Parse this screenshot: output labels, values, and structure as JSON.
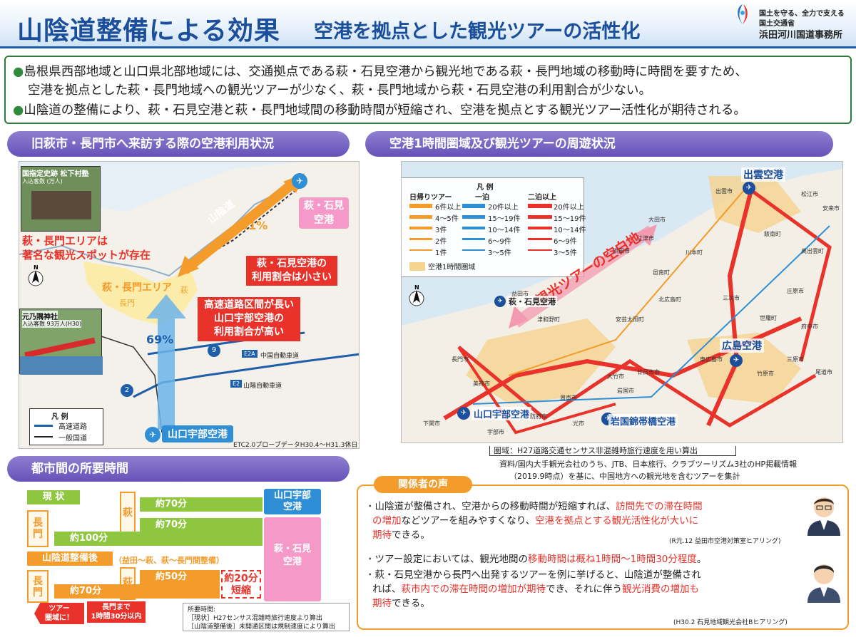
{
  "header": {
    "title": "山陰道整備による効果",
    "subtitle": "空港を拠点とした観光ツアーの活性化",
    "org_line1": "国土を守る、全力で支える",
    "org_line2": "国土交通省",
    "org_name": "浜田河川国道事務所"
  },
  "summary": {
    "line1": "島根県西部地域と山口県北部地域には、交通拠点である萩・石見空港から観光地である萩・長門地域の移動時に時間を要すため、",
    "line2": "空港を拠点とした萩・長門地域への観光ツアーが少なく、萩・長門地域から萩・石見空港の利用割合が少ない。",
    "line3": "山陰道の整備により、萩・石見空港と萩・長門地域間の移動時間が短縮され、空港を拠点とする観光ツアー活性化が期待される。"
  },
  "left_map": {
    "heading": "旧萩市・長門市へ来訪する際の空港利用状況",
    "photo1_label": "国指定史跡 松下村塾",
    "photo1_sub": "入込客数 (万人)",
    "photo2_label": "元乃隅神社",
    "photo2_sub": "入込客数 93万人(H30)",
    "area_callout_1": "萩・長門エリアは",
    "area_callout_2": "著名な観光スポットが存在",
    "area_label": "萩・長門エリア",
    "hagi": "萩",
    "nagato": "長門",
    "road_label": "山陰道",
    "pct_31": "31%",
    "pct_69": "69%",
    "iwami_airport_1": "萩・石見",
    "iwami_airport_2": "空港",
    "callout_iwami_1": "萩・石見空港の",
    "callout_iwami_2": "利用割合は小さい",
    "callout_ube_1": "高速道路区間が長い",
    "callout_ube_2": "山口宇部空港の",
    "callout_ube_3": "利用割合が高い",
    "ube_airport": "山口宇部空港",
    "route9": "9",
    "route2": "2",
    "e2a": "E2A",
    "e2a_name": "中国自動車道",
    "e2": "E2",
    "e2_name": "山陽自動車道",
    "legend_title": "凡 例",
    "legend_expressway": "高速道路",
    "legend_road": "一般国道",
    "source": "ETC2.0プローブデータH30.4～H31.3休日"
  },
  "right_map": {
    "heading": "空港1時間圏域及び観光ツアーの周遊状況",
    "legend_title": "凡 例",
    "col_day": "日帰りツアー",
    "col_one": "一泊",
    "col_two": "二泊以上",
    "day_items": [
      "6件以上",
      "4～5件",
      "3件",
      "2件",
      "1件"
    ],
    "one_items": [
      "20件以上",
      "15～19件",
      "10～14件",
      "6～9件",
      "3～5件"
    ],
    "two_items": [
      "20件以上",
      "15～19件",
      "10～14件",
      "6～9件",
      "3～5件"
    ],
    "zone_label": "空港1時間圏域",
    "blank_label": "観光ツアーの空白地",
    "izumo": "出雲空港",
    "iwami": "萩・石見空港",
    "hiroshima": "広島空港",
    "iwakuni": "岩国錦帯橋空港",
    "ube": "山口宇部空港",
    "towns": [
      "出雲市",
      "松江市",
      "安来市",
      "大田市",
      "川本町",
      "邑南町",
      "益田市",
      "津和野町",
      "安芸太田町",
      "三次市",
      "庄原市",
      "東広島市",
      "廿日市市",
      "岩国市",
      "周南市",
      "下関市",
      "長門市",
      "美祢市",
      "宇部市",
      "防府市",
      "光市",
      "大竹市",
      "尾道市",
      "三原市",
      "竹原市",
      "府中市",
      "世羅町",
      "北広島町",
      "浜田市",
      "江津市",
      "飯南町",
      "奥出雲町"
    ],
    "src1": "圏域：H27道路交通センサス非混雑時旅行速度を用い算出",
    "src2": "資料/国内大手観光会社のうち、JTB、日本旅行、クラブツーリズム3社のHP掲載情報",
    "src3": "（2019.9時点）を基に、中国地方への観光地を含むツアーを集計"
  },
  "travel": {
    "heading": "都市間の所要時間",
    "current": "現 状",
    "after": "山陰道整備後",
    "after_note": "（益田～萩、萩～長門間整備）",
    "nagato": "長門",
    "hagi": "萩",
    "ube_box_1": "山口宇部",
    "ube_box_2": "空港",
    "iwami_box_1": "萩・石見",
    "iwami_box_2": "空港",
    "bar_70a": "約70分",
    "bar_70b": "約70分",
    "bar_100": "約100分",
    "bar_50": "約50分",
    "bar_70c": "約70分",
    "reduce_1": "約20分",
    "reduce_2": "短縮",
    "tour_1": "ツアー",
    "tour_2": "圏域に！",
    "nagato_1": "長門まで",
    "nagato_2": "1時間30分以内",
    "note_title": "所要時間:",
    "note1": "［現状］H27センサス混雑時旅行速度より算出",
    "note2": "［山陰道整備後］未開通区間は規制速度により算出"
  },
  "voices": {
    "heading": "関係者の声",
    "v1_l1a": "山陰道が整備され、空港からの移動時間が短縮すれば、",
    "v1_l1b": "訪問先での滞在時間",
    "v1_l2a": "の増加",
    "v1_l2b": "などツアーを組みやすくなり、",
    "v1_l2c": "空港を拠点とする観光活性化が大いに",
    "v1_l3a": "期待",
    "v1_l3b": "できる。",
    "v1_src": "(R元.12 益田市空港対策室ヒアリング)",
    "v2_l1a": "ツアー設定においては、観光地間の",
    "v2_l1b": "移動時間は概ね1時間～1時間30分程度",
    "v2_l1c": "。",
    "v3_l1": "萩・石見空港から長門へ出発するツアーを例に挙げると、山陰道が整備され",
    "v3_l2a": "れば、",
    "v3_l2b": "萩市内での滞在時間の増加が期待",
    "v3_l2c": "でき、それに伴う",
    "v3_l2d": "観光消費の増加も",
    "v3_l3a": "期待",
    "v3_l3b": "できる。",
    "v3_src": "(H30.2 石見地域観光会社Bヒアリング)"
  },
  "colors": {
    "title_blue": "#1b4f9c",
    "summary_green": "#2f7b3a",
    "heading_purple": "#7262c0",
    "accent_red": "#e8322a",
    "orange": "#f39c2b",
    "green_bar": "#8ec63f",
    "airport_blue": "#2e8fd6",
    "pink": "#f59ac8"
  }
}
